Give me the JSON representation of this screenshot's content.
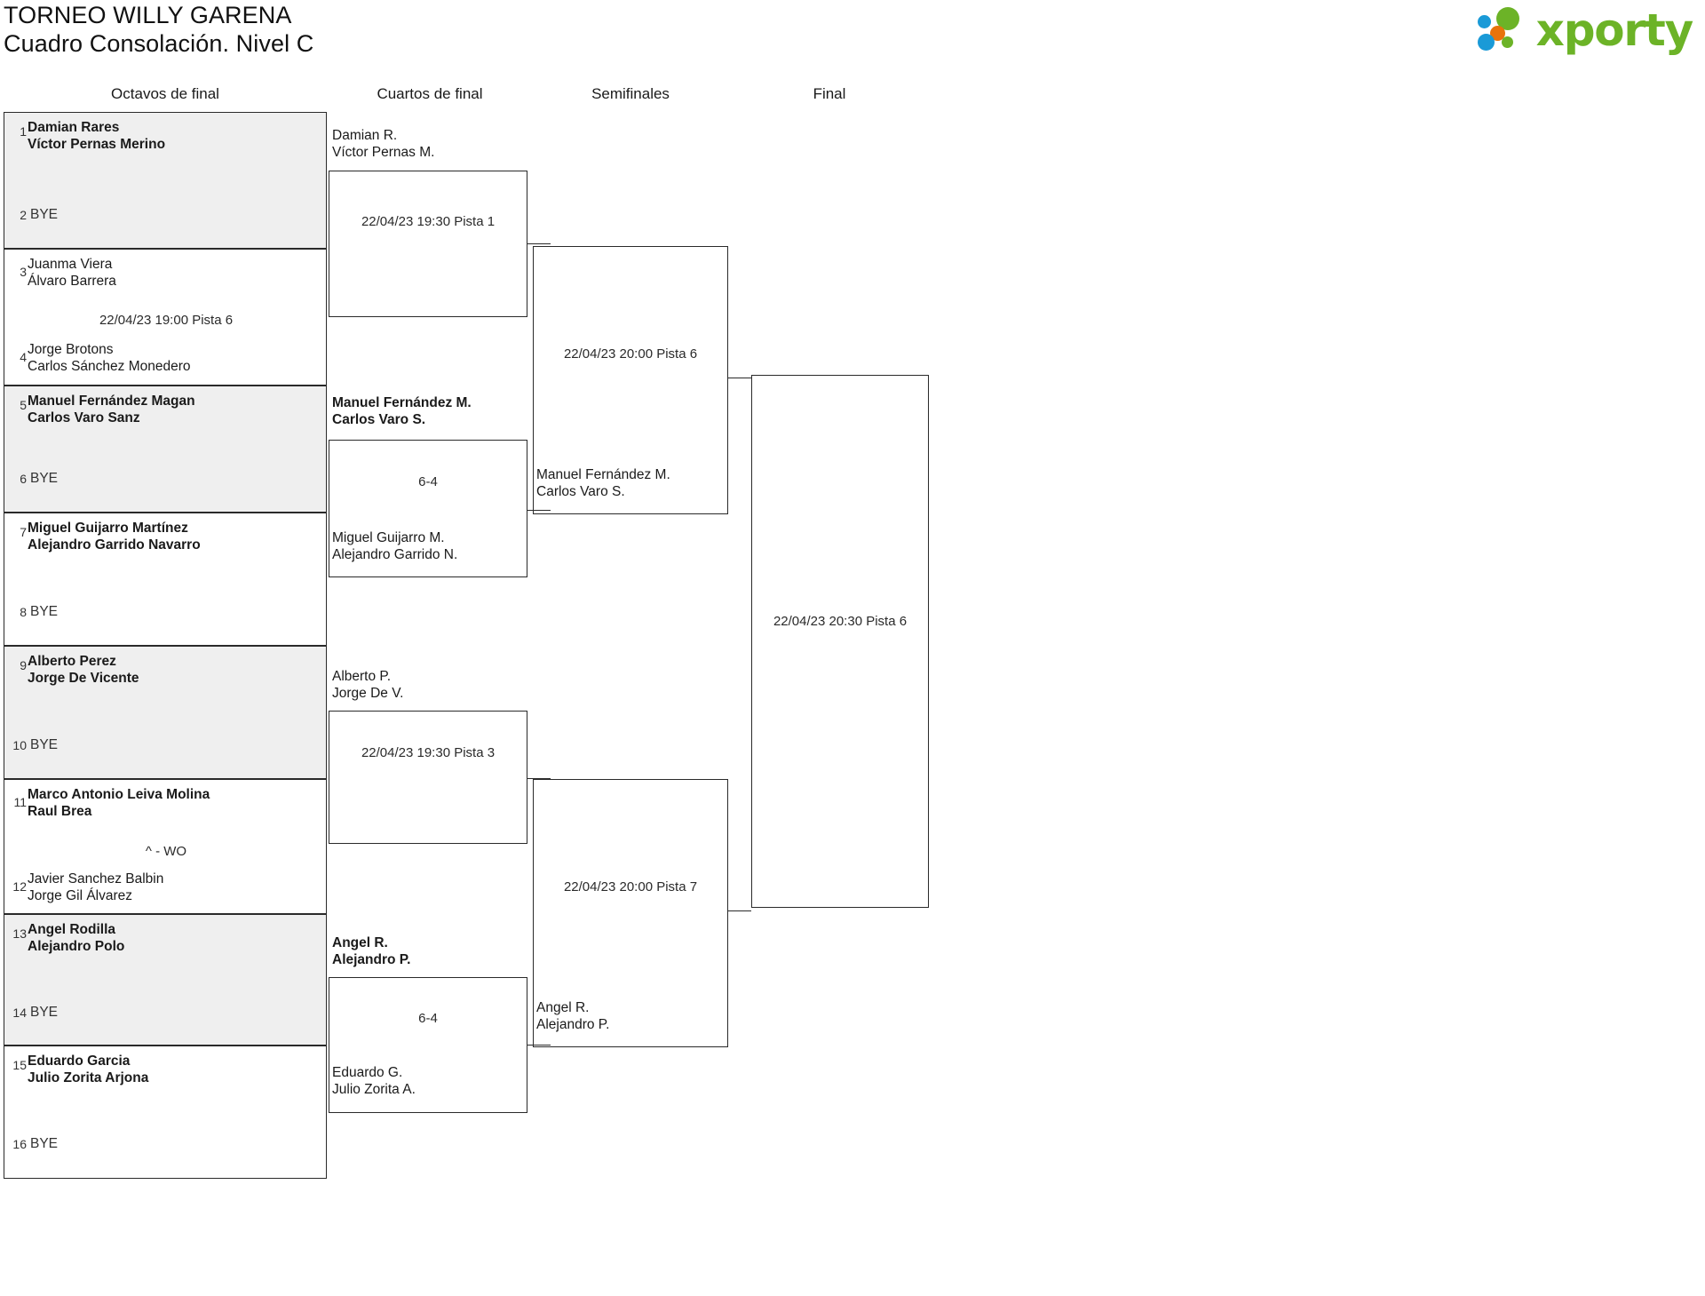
{
  "header": {
    "tournament_name": "TORNEO WILLY GARENA",
    "draw_name": "Cuadro Consolación. Nivel C",
    "logo_text": "xporty",
    "logo_colors": {
      "green": "#6cb327",
      "blue": "#1a9ad7",
      "orange": "#e8730c"
    }
  },
  "rounds": [
    {
      "label": "Octavos de final"
    },
    {
      "label": "Cuartos de final"
    },
    {
      "label": "Semifinales"
    },
    {
      "label": "Final"
    }
  ],
  "round_of_16": [
    {
      "seed": "1",
      "player1": "Damian Rares",
      "player2": "Víctor Pernas Merino",
      "winner": true,
      "shaded": true
    },
    {
      "seed": "2",
      "player1": "BYE",
      "player2": "",
      "winner": false,
      "shaded": true
    },
    {
      "seed": "3",
      "player1": "Juanma Viera",
      "player2": "Álvaro Barrera",
      "winner": false,
      "shaded": false
    },
    {
      "seed": "4",
      "player1": "Jorge Brotons",
      "player2": "Carlos Sánchez Monedero",
      "winner": false,
      "shaded": false
    },
    {
      "seed": "5",
      "player1": "Manuel Fernández Magan",
      "player2": "Carlos Varo Sanz",
      "winner": true,
      "shaded": true
    },
    {
      "seed": "6",
      "player1": "BYE",
      "player2": "",
      "winner": false,
      "shaded": true
    },
    {
      "seed": "7",
      "player1": "Miguel Guijarro Martínez",
      "player2": "Alejandro Garrido Navarro",
      "winner": true,
      "shaded": false
    },
    {
      "seed": "8",
      "player1": "BYE",
      "player2": "",
      "winner": false,
      "shaded": false
    },
    {
      "seed": "9",
      "player1": "Alberto Perez",
      "player2": "Jorge De Vicente",
      "winner": true,
      "shaded": true
    },
    {
      "seed": "10",
      "player1": "BYE",
      "player2": "",
      "winner": false,
      "shaded": true
    },
    {
      "seed": "11",
      "player1": "Marco Antonio Leiva Molina",
      "player2": "Raul Brea",
      "winner": true,
      "shaded": false
    },
    {
      "seed": "12",
      "player1": "Javier Sanchez Balbin",
      "player2": "Jorge Gil Álvarez",
      "winner": false,
      "shaded": false
    },
    {
      "seed": "13",
      "player1": "Angel Rodilla",
      "player2": "Alejandro Polo",
      "winner": true,
      "shaded": true
    },
    {
      "seed": "14",
      "player1": "BYE",
      "player2": "",
      "winner": false,
      "shaded": true
    },
    {
      "seed": "15",
      "player1": "Eduardo Garcia",
      "player2": "Julio Zorita Arjona",
      "winner": true,
      "shaded": false
    },
    {
      "seed": "16",
      "player1": "BYE",
      "player2": "",
      "winner": false,
      "shaded": false
    }
  ],
  "round_of_16_matches": [
    {
      "id": "r16-m2",
      "result": "22/04/23 19:00 Pista 6"
    },
    {
      "id": "r16-m6",
      "result": "^ - WO"
    }
  ],
  "quarterfinals": [
    {
      "id": "qf1",
      "result": "22/04/23 19:30 Pista 1",
      "top": {
        "player1": "Damian R.",
        "player2": "Víctor Pernas M.",
        "winner": false
      },
      "bottom": {
        "player1": "",
        "player2": "",
        "winner": false
      }
    },
    {
      "id": "qf2",
      "result": "6-4",
      "top": {
        "player1": "Manuel Fernández M.",
        "player2": "Carlos Varo S.",
        "winner": true
      },
      "bottom": {
        "player1": "Miguel Guijarro M.",
        "player2": "Alejandro Garrido N.",
        "winner": false
      }
    },
    {
      "id": "qf3",
      "result": "22/04/23 19:30 Pista 3",
      "top": {
        "player1": "Alberto P.",
        "player2": "Jorge De V.",
        "winner": false
      },
      "bottom": {
        "player1": "",
        "player2": "",
        "winner": false
      }
    },
    {
      "id": "qf4",
      "result": "6-4",
      "top": {
        "player1": "Angel R.",
        "player2": "Alejandro P.",
        "winner": true
      },
      "bottom": {
        "player1": "Eduardo G.",
        "player2": "Julio Zorita A.",
        "winner": false
      }
    }
  ],
  "semifinals": [
    {
      "id": "sf1",
      "result": "22/04/23 20:00 Pista 6",
      "top": {
        "player1": "",
        "player2": "",
        "winner": false
      },
      "bottom": {
        "player1": "Manuel Fernández M.",
        "player2": "Carlos Varo S.",
        "winner": false
      }
    },
    {
      "id": "sf2",
      "result": "22/04/23 20:00 Pista 7",
      "top": {
        "player1": "",
        "player2": "",
        "winner": false
      },
      "bottom": {
        "player1": "Angel R.",
        "player2": "Alejandro P.",
        "winner": false
      }
    }
  ],
  "final": {
    "id": "final",
    "result": "22/04/23 20:30 Pista 6",
    "top": {
      "player1": "",
      "player2": "",
      "winner": false
    },
    "bottom": {
      "player1": "",
      "player2": "",
      "winner": false
    }
  }
}
